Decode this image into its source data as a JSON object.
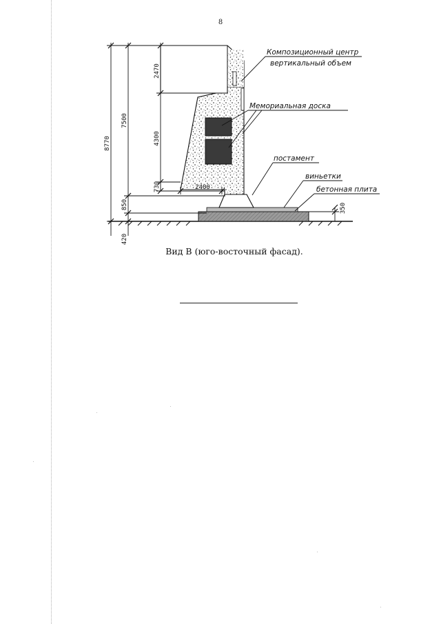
{
  "page": {
    "number": "8"
  },
  "drawing": {
    "dimensions": {
      "total_height": "8770",
      "upper_height": "7500",
      "top_section": "2470",
      "middle_section": "4300",
      "lower_section": "730",
      "base_width": "2400",
      "pedestal_height": "850",
      "below_grade": "420",
      "slab_thickness": "350"
    },
    "labels": {
      "center_line1": "Композиционный центр",
      "center_line2": "вертикальный объем",
      "plaque": "Мемориальная доска",
      "pedestal": "постамент",
      "vignettes": "виньетки",
      "slab": "бетонная плита"
    }
  },
  "caption": "Вид В (юго-восточный фасад)."
}
